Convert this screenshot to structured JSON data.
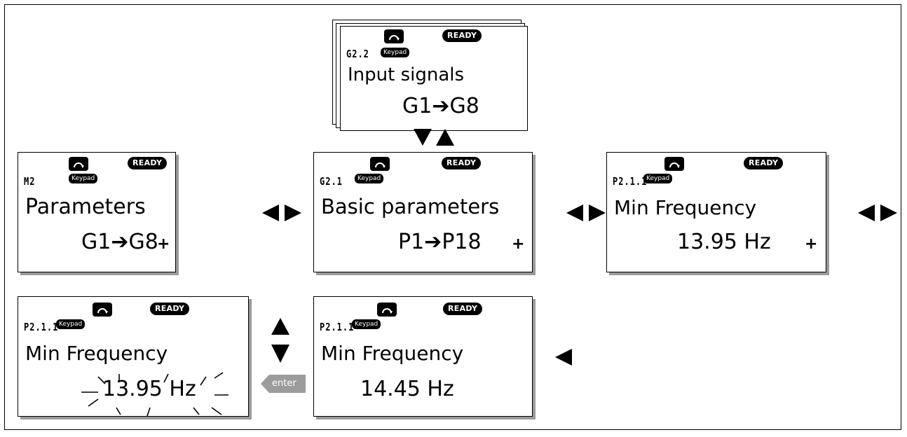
{
  "group_stack": {
    "code": "G2.2",
    "keypad": "Keypad",
    "ready": "READY",
    "title": "Input signals",
    "value": "G1➔G8"
  },
  "panels": {
    "parameters": {
      "code": "M2",
      "keypad": "Keypad",
      "ready": "READY",
      "title": "Parameters",
      "value": "G1➔G8",
      "plus": "+"
    },
    "basic": {
      "code": "G2.1",
      "keypad": "Keypad",
      "ready": "READY",
      "title": "Basic parameters",
      "value": "P1➔P18",
      "plus": "+"
    },
    "minfreq": {
      "code": "P2.1.1",
      "keypad": "Keypad",
      "ready": "READY",
      "title": "Min Frequency",
      "value": "13.95 Hz",
      "plus": "+"
    },
    "edit": {
      "code": "P2.1.1",
      "keypad": "Keypad",
      "ready": "READY",
      "title": "Min Frequency",
      "value": "13.95 Hz"
    },
    "result": {
      "code": "P2.1.1",
      "keypad": "Keypad",
      "ready": "READY",
      "title": "Min Frequency",
      "value": "14.45 Hz"
    }
  },
  "enter_label": "enter",
  "icons": [
    "rotation-icon",
    "ready-badge",
    "keypad-badge",
    "left-right-arrows-icon",
    "up-down-arrows-icon",
    "enter-key-icon",
    "left-arrow-icon",
    "blink-rays-icon"
  ]
}
